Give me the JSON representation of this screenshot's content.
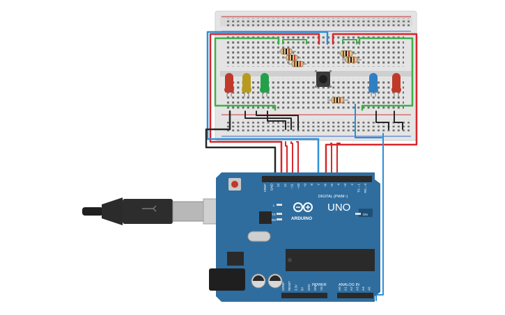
{
  "board": {
    "brand": "ARDUINO",
    "model": "UNO",
    "label_digital": "DIGITAL (PWM~)",
    "label_power": "POWER",
    "label_analog": "ANALOG IN",
    "label_on": "ON",
    "label_l": "L",
    "label_tx": "TX",
    "label_rx": "RX",
    "header_pins": [
      "AREF",
      "GND",
      "13",
      "12",
      "~11",
      "~10",
      "~9",
      "8",
      "7",
      "~6",
      "~5",
      "4",
      "~3",
      "2",
      "TX→1",
      "RX←0"
    ],
    "power_pins": [
      "IOREF",
      "RESET",
      "3.3V",
      "5V",
      "GND",
      "GND",
      "Vin"
    ],
    "analog_pins": [
      "A0",
      "A1",
      "A2",
      "A3",
      "A4",
      "A5"
    ]
  },
  "components": {
    "leds": [
      {
        "name": "red-led-left",
        "color": "#c0392b"
      },
      {
        "name": "yellow-led",
        "color": "#b79a1e"
      },
      {
        "name": "green-led",
        "color": "#23a049"
      },
      {
        "name": "blue-led",
        "color": "#2f7fc4"
      },
      {
        "name": "red-led-right",
        "color": "#c0392b"
      }
    ],
    "pushbutton": "push-button"
  },
  "wire_colors": {
    "red": "#d7262b",
    "green": "#3fae49",
    "blue": "#2a8fd6",
    "black": "#262626",
    "board": "#2f6d9e"
  }
}
